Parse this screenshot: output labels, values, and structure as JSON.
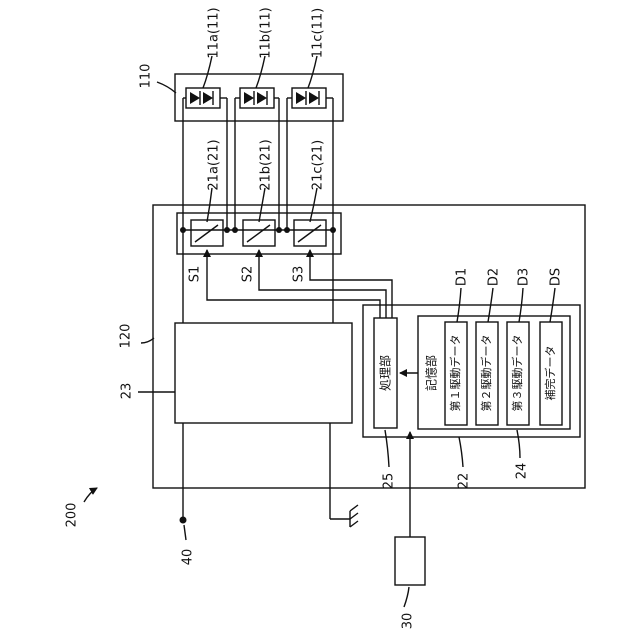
{
  "figure": {
    "system_ref": "200",
    "led_unit": {
      "ref": "110",
      "leds": [
        {
          "label": "11a(11)"
        },
        {
          "label": "11b(11)"
        },
        {
          "label": "11c(11)"
        }
      ]
    },
    "controller": {
      "ref": "120",
      "switches": [
        {
          "label": "21a(21)",
          "signal": "S1"
        },
        {
          "label": "21b(21)",
          "signal": "S2"
        },
        {
          "label": "21c(21)",
          "signal": "S3"
        }
      ],
      "power_block_ref": "23",
      "control_block": {
        "ref": "22",
        "processor": {
          "ref": "25",
          "text": "処理部"
        },
        "storage": {
          "ref": "24",
          "text": "記憶部",
          "items": [
            {
              "ref": "D1",
              "text": "第１駆動データ"
            },
            {
              "ref": "D2",
              "text": "第２駆動データ"
            },
            {
              "ref": "D3",
              "text": "第３駆動データ"
            },
            {
              "ref": "DS",
              "text": "補完データ"
            }
          ]
        }
      }
    },
    "terminal_ref": "40",
    "input_device_ref": "30"
  }
}
